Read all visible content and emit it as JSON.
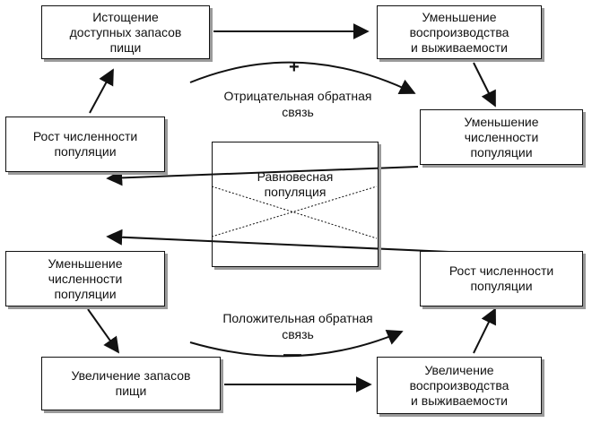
{
  "nodes": {
    "top_left": "Истощение\nдоступных запасов\nпищи",
    "top_right": "Уменьшение\nвоспроизводства\nи выживаемости",
    "mid_right_upper": "Уменьшение\nчисленности\nпопуляции",
    "mid_left_upper": "Рост численности\nпопуляции",
    "center": "Равновесная\nпопуляция",
    "mid_left_lower": "Уменьшение\nчисленности\nпопуляции",
    "mid_right_lower": "Рост численности\nпопуляции",
    "bottom_left": "Увеличение запасов\nпищи",
    "bottom_right": "Увеличение\nвоспроизводства\nи выживаемости"
  },
  "loops": {
    "negative": {
      "sign": "+",
      "label": "Отрицательная обратная\nсвязь"
    },
    "positive": {
      "sign": "—",
      "label": "Положительная обратная\nсвязь"
    }
  }
}
